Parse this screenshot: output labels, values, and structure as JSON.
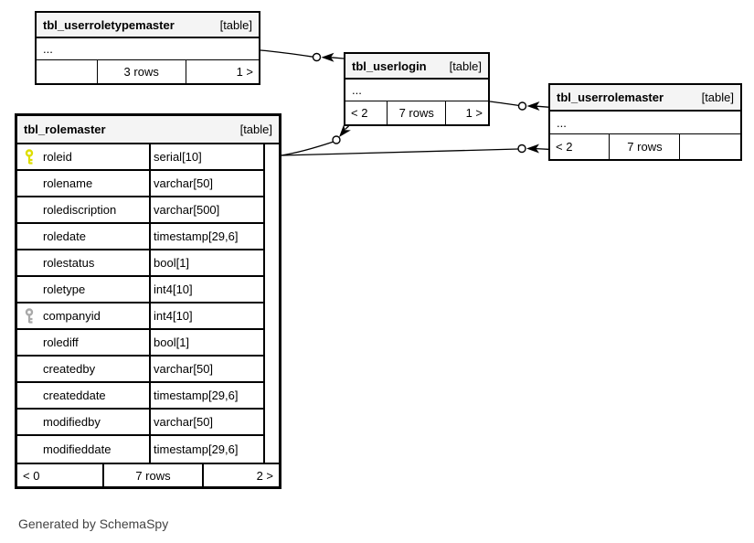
{
  "diagram": {
    "credit": "Generated by SchemaSpy",
    "colors": {
      "primary_key_icon": "#dede00",
      "foreign_key_icon": "#a9a9a9",
      "header_bg": "#f4f4f4",
      "border": "#000000",
      "background": "#ffffff"
    },
    "tables": {
      "userroletypemaster": {
        "name": "tbl_userroletypemaster",
        "tag": "[table]",
        "ellipsis": "...",
        "footer": {
          "left": "",
          "center": "3 rows",
          "right": "1 >"
        }
      },
      "userlogin": {
        "name": "tbl_userlogin",
        "tag": "[table]",
        "ellipsis": "...",
        "footer": {
          "left": "< 2",
          "center": "7 rows",
          "right": "1 >"
        }
      },
      "userrolemaster": {
        "name": "tbl_userrolemaster",
        "tag": "[table]",
        "ellipsis": "...",
        "footer": {
          "left": "< 2",
          "center": "7 rows",
          "right": ""
        }
      },
      "rolemaster": {
        "name": "tbl_rolemaster",
        "tag": "[table]",
        "columns": [
          {
            "name": "roleid",
            "type": "serial[10]",
            "key": "primary"
          },
          {
            "name": "rolename",
            "type": "varchar[50]",
            "key": ""
          },
          {
            "name": "rolediscription",
            "type": "varchar[500]",
            "key": ""
          },
          {
            "name": "roledate",
            "type": "timestamp[29,6]",
            "key": ""
          },
          {
            "name": "rolestatus",
            "type": "bool[1]",
            "key": ""
          },
          {
            "name": "roletype",
            "type": "int4[10]",
            "key": ""
          },
          {
            "name": "companyid",
            "type": "int4[10]",
            "key": "foreign"
          },
          {
            "name": "rolediff",
            "type": "bool[1]",
            "key": ""
          },
          {
            "name": "createdby",
            "type": "varchar[50]",
            "key": ""
          },
          {
            "name": "createddate",
            "type": "timestamp[29,6]",
            "key": ""
          },
          {
            "name": "modifiedby",
            "type": "varchar[50]",
            "key": ""
          },
          {
            "name": "modifieddate",
            "type": "timestamp[29,6]",
            "key": ""
          }
        ],
        "footer": {
          "left": "< 0",
          "center": "7 rows",
          "right": "2 >"
        }
      }
    },
    "relationships": [
      {
        "child": "tbl_userlogin",
        "parent": "tbl_userroletypemaster"
      },
      {
        "child": "tbl_userlogin",
        "parent": "tbl_rolemaster.roleid"
      },
      {
        "child": "tbl_userrolemaster",
        "parent": "tbl_userlogin"
      },
      {
        "child": "tbl_userrolemaster",
        "parent": "tbl_rolemaster.roleid"
      }
    ]
  }
}
